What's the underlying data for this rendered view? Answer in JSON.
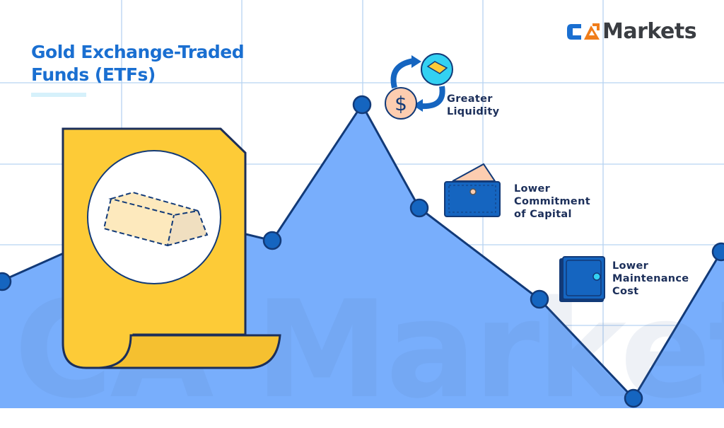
{
  "title": {
    "line1": "Gold Exchange-Traded",
    "line2": "Funds (ETFs)"
  },
  "logo": {
    "text": "Markets",
    "mark_colors": [
      "#1a6fd1",
      "#f07d1a"
    ],
    "watermark_text": "CA Markets"
  },
  "benefits": [
    {
      "label_lines": [
        "Greater",
        "Liquidity"
      ],
      "icon": "gold-dollar-exchange-icon"
    },
    {
      "label_lines": [
        "Lower",
        "Commitment",
        "of Capital"
      ],
      "icon": "wallet-icon"
    },
    {
      "label_lines": [
        "Lower",
        "Maintenance",
        "Cost"
      ],
      "icon": "safe-icon"
    }
  ],
  "main_icon": "gold-bar-document-icon",
  "colors": {
    "accent": "#1a6fd1",
    "area_fill": "#78aefc",
    "line": "#123a78",
    "document": "#fdcb37",
    "grid": "#b7d3f2",
    "text": "#1c2f5a"
  }
}
